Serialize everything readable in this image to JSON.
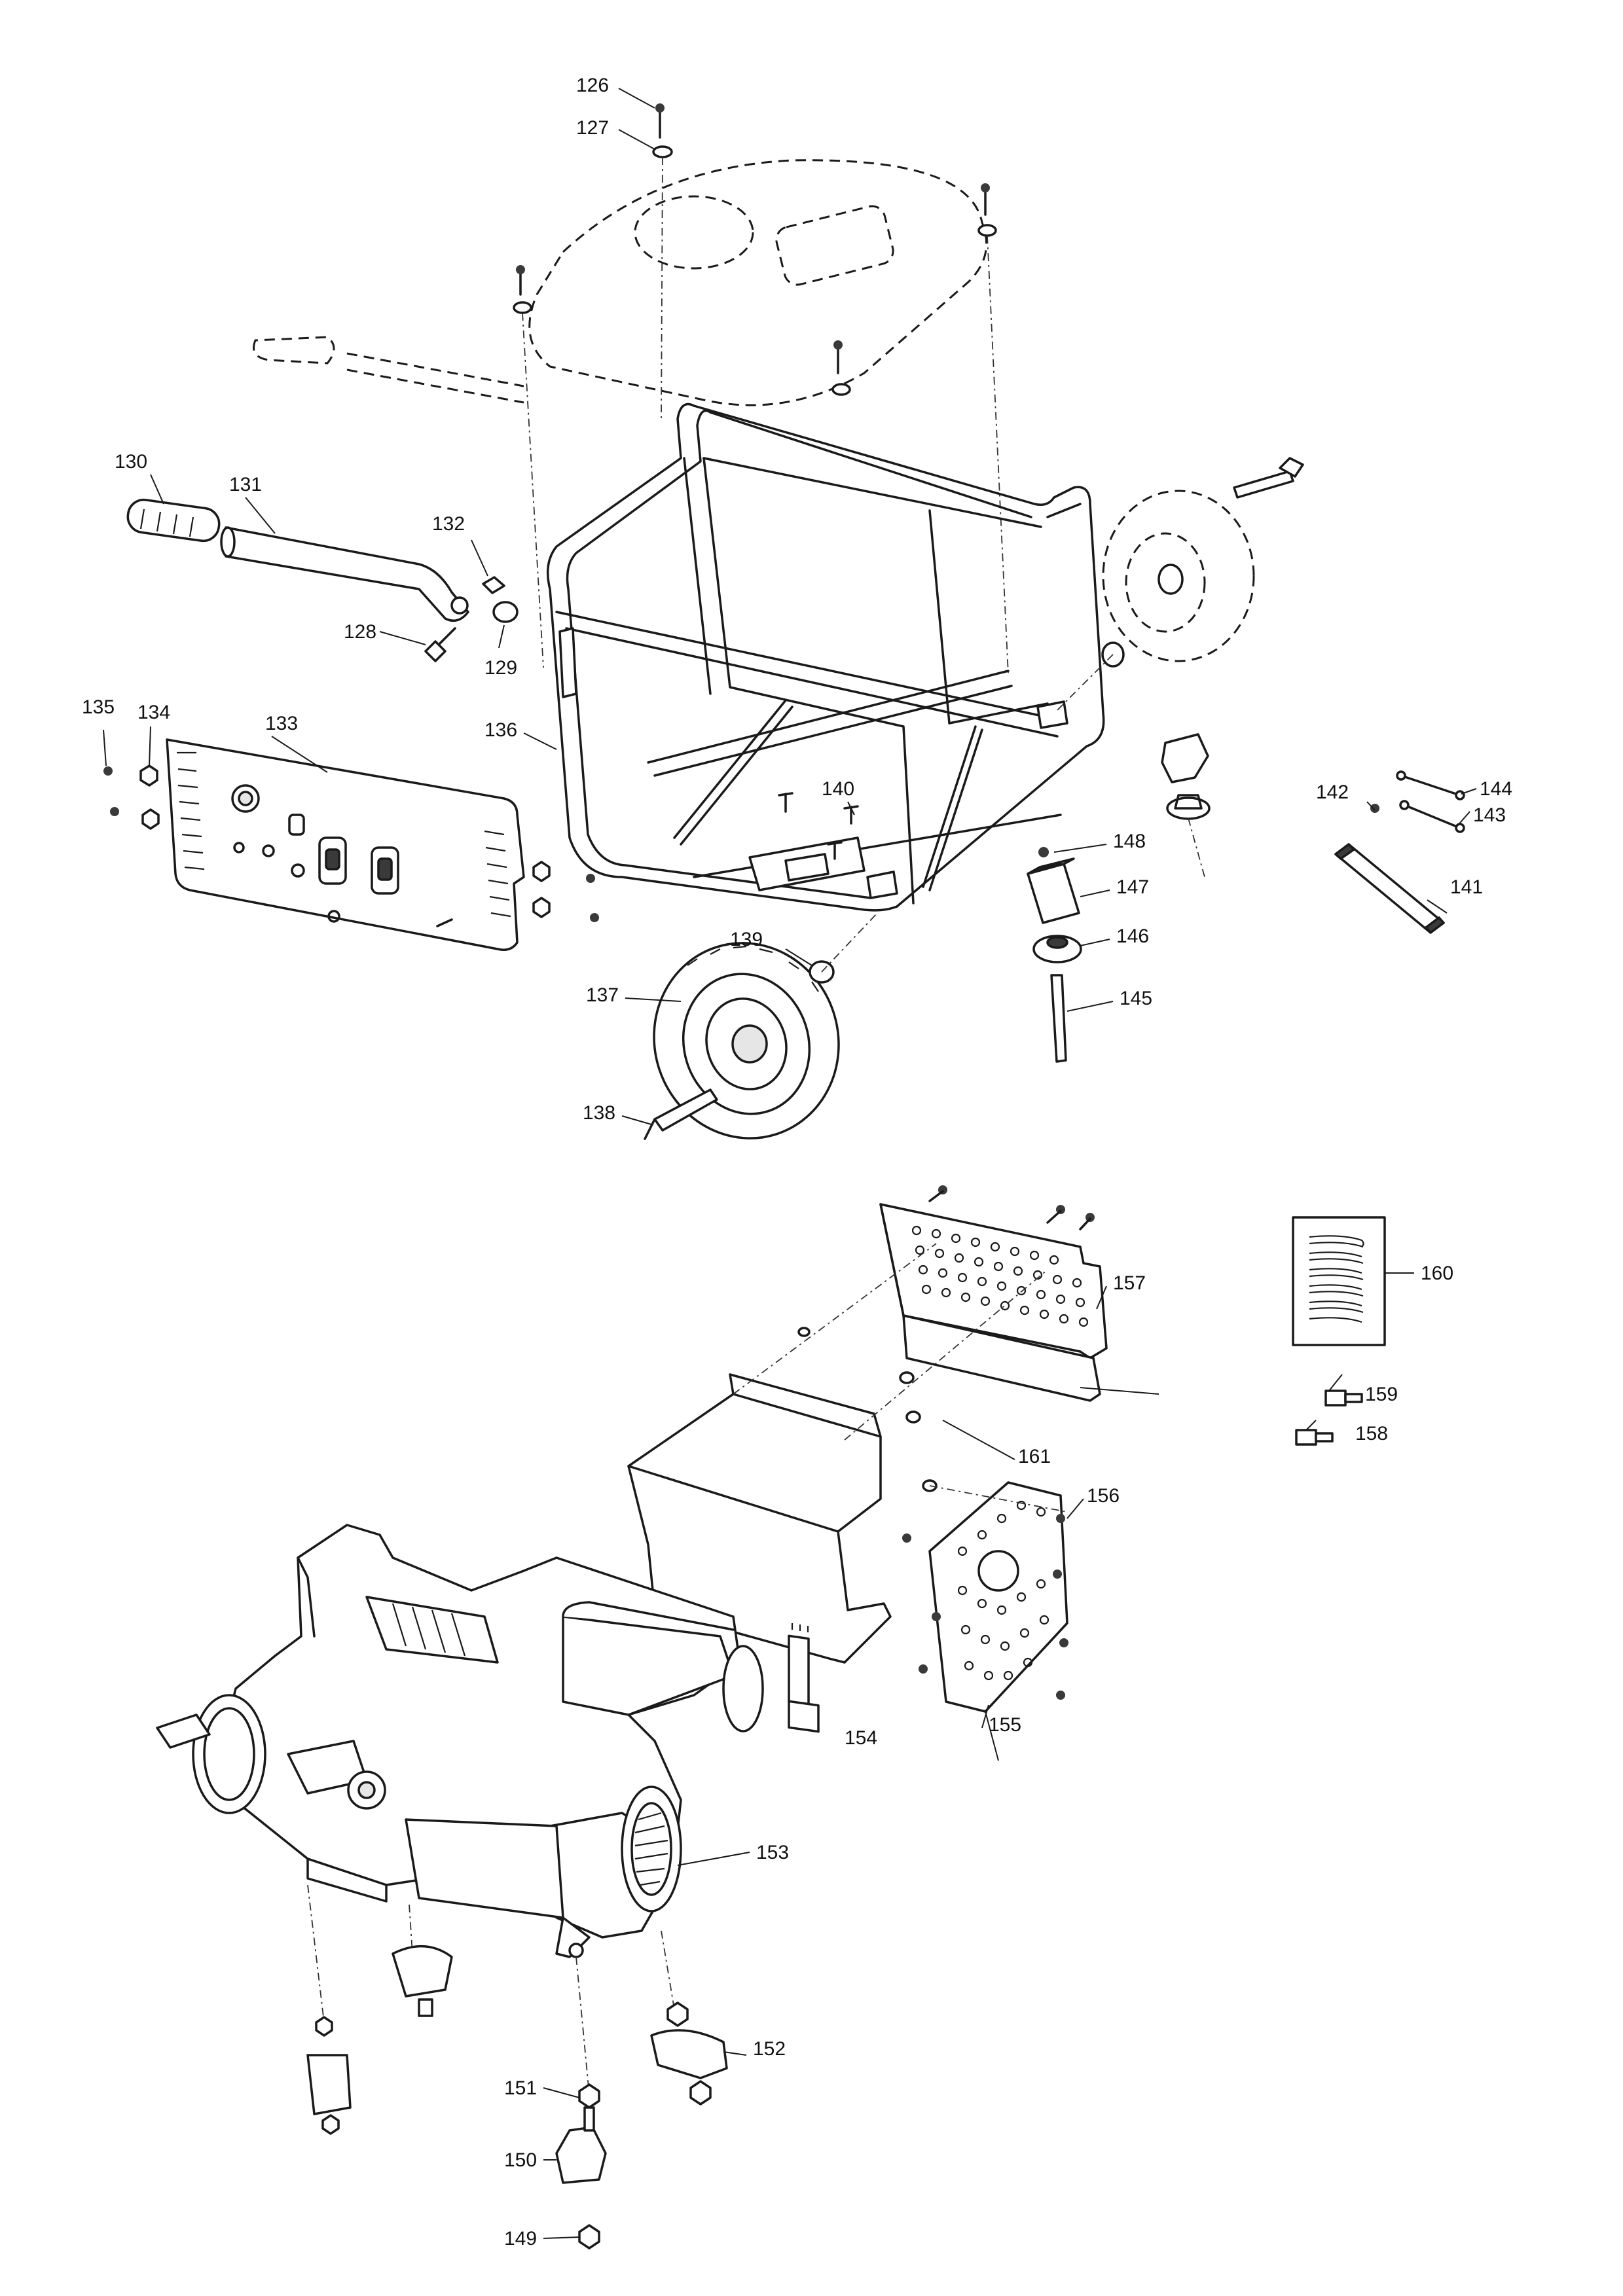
{
  "colors": {
    "ink": "#1a1a1a",
    "background": "#ffffff"
  },
  "callouts": {
    "c126": "126",
    "c127": "127",
    "c128": "128",
    "c129": "129",
    "c130": "130",
    "c131": "131",
    "c132": "132",
    "c133": "133",
    "c134": "134",
    "c135": "135",
    "c136": "136",
    "c137": "137",
    "c138": "138",
    "c139": "139",
    "c140": "140",
    "c141": "141",
    "c142": "142",
    "c143": "143",
    "c144": "144",
    "c145": "145",
    "c146": "146",
    "c147": "147",
    "c148": "148",
    "c149": "149",
    "c150": "150",
    "c151": "151",
    "c152": "152",
    "c153": "153",
    "c154": "154",
    "c155": "155",
    "c156": "156",
    "c157": "157",
    "c158": "158",
    "c159": "159",
    "c160": "160",
    "c161": "161"
  }
}
